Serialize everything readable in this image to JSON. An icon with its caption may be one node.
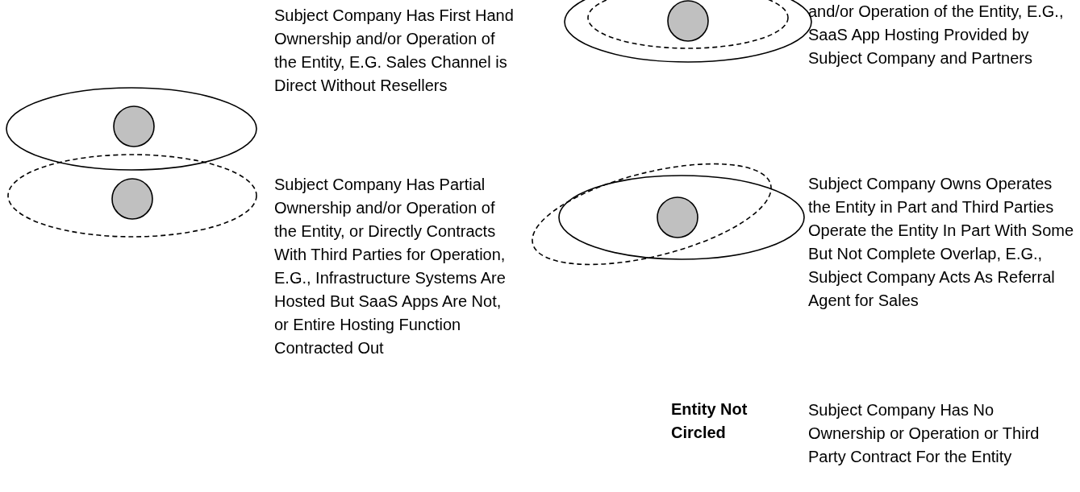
{
  "diagram": {
    "legend": [
      {
        "text": "Subject Company Has First Hand Ownership and/or Operation of the Entity, E.G. Sales Channel is Direct Without Resellers"
      },
      {
        "text": "Subject Company Has Partial Ownership and/or Operation of the Entity, or Directly Contracts With Third Parties for Operation, E.G., Infrastructure Systems Are Hosted But SaaS Apps Are Not, or Entire Hosting Function Contracted Out"
      },
      {
        "text": "and/or Operation of the Entity, E.G., SaaS App Hosting Provided by Subject Company and Partners"
      },
      {
        "text": "Subject Company Owns Operates the Entity in Part and Third Parties Operate the Entity In Part With Some But Not Complete Overlap, E.G., Subject Company Acts As Referral Agent for Sales"
      },
      {
        "text": "Subject Company Has No Ownership or Operation or Third Party Contract For the Entity"
      }
    ],
    "labels": [
      "Entity Not Circled"
    ]
  }
}
